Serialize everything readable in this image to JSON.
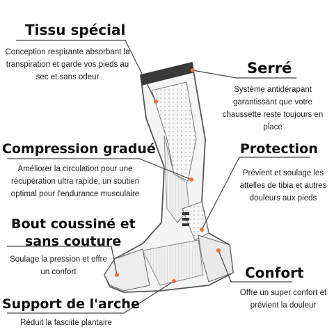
{
  "labels": {
    "tissu": {
      "title": "Tissu spécial",
      "desc": "Conception respirante absorbant la transpiration et garde vos pieds au sec et sans odeur"
    },
    "serre": {
      "title": "Serré",
      "desc": "Système antidérapant garantissant que votre chaussette reste toujours en place"
    },
    "compression": {
      "title": "Compression gradué",
      "desc": "Améliorer la circulation pour une récupération ultra rapide, un soutien optimal pour l'endurance musculaire"
    },
    "protection": {
      "title": "Protection",
      "desc": "Prévient et soulage les attelles de tibia et autres douleurs aux pieds"
    },
    "bout": {
      "title_line1": "Bout coussiné et",
      "title_line2": "sans couture",
      "desc": "Soulage la pression et offre un confort"
    },
    "confort": {
      "title": "Confort",
      "desc": "Offre un super confort et prévient la douleur"
    },
    "arche": {
      "title": "Support de l'arche",
      "desc": "Réduit la fasciite plantaire"
    }
  },
  "colors": {
    "accent_dot": "#e8733a",
    "line": "#444444",
    "sock_outline": "#555555",
    "sock_fill": "#f4f4f4",
    "cuff": "#3a3a3a"
  },
  "icons": {
    "product": "compression-sock-illustration"
  }
}
